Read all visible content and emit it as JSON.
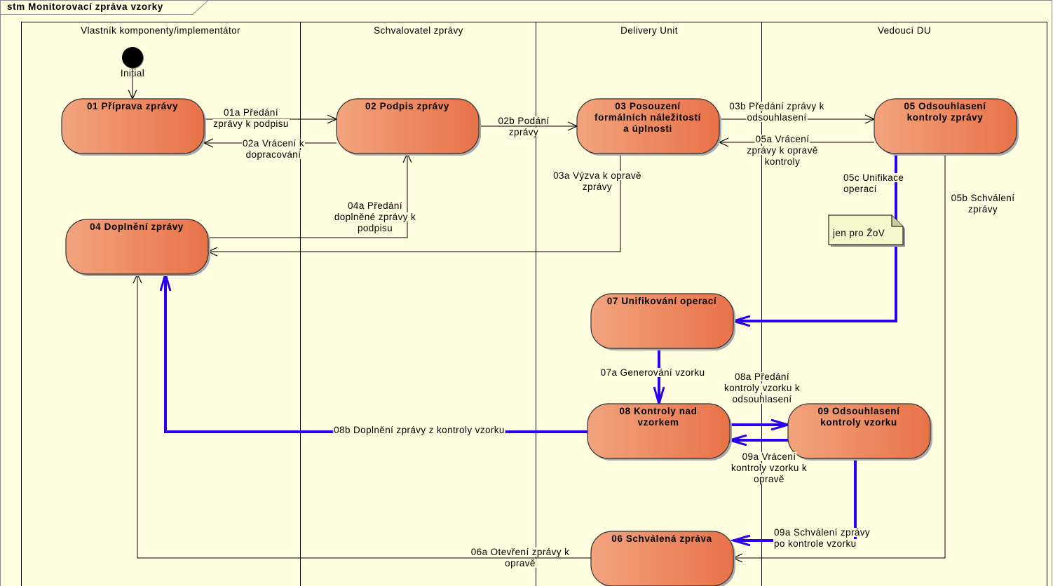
{
  "diagram": {
    "title": "stm Monitorovací zpráva vzorky",
    "colors": {
      "background": "#fffde0",
      "state_light": "#f2a47e",
      "state_dark": "#e87248",
      "highlight": "#2a00ee",
      "note": "#f4f8cc"
    },
    "lanes": [
      "Vlastník komponenty/implementátor",
      "Schvalovatel zprávy",
      "Delivery Unit",
      "Vedoucí DU"
    ],
    "initial": "Initial",
    "states": {
      "s01": [
        "01 Příprava zprávy"
      ],
      "s02": [
        "02 Podpis zprávy"
      ],
      "s03": [
        "03 Posouzení",
        "formálních náležitostí",
        "a úplnosti"
      ],
      "s04": [
        "04 Doplnění zprávy"
      ],
      "s05": [
        "05 Odsouhlasení",
        "kontroly zprávy"
      ],
      "s06": [
        "06 Schválená zpráva"
      ],
      "s07": [
        "07 Unifikování operací"
      ],
      "s08": [
        "08 Kontroly nad",
        "vzorkem"
      ],
      "s09": [
        "09 Odsouhlasení",
        "kontroly vzorku"
      ]
    },
    "transitions": {
      "t01a": [
        "01a Předání",
        "zprávy k podpisu"
      ],
      "t02a": [
        "02a Vrácení k",
        "dopracování"
      ],
      "t02b": [
        "02b Podání",
        "zprávy"
      ],
      "t03b": [
        "03b Předání zprávy k",
        "odsouhlasení"
      ],
      "t05a": [
        "05a Vrácení",
        "zprávy k opravě",
        "kontroly"
      ],
      "t03a": [
        "03a Výzva k opravě",
        "zprávy"
      ],
      "t04a": [
        "04a Předání",
        "doplněné zprávy k",
        "podpisu"
      ],
      "t05c": [
        "05c Unifikace",
        "operací"
      ],
      "t05b": [
        "05b Schválení",
        "zprávy"
      ],
      "t07a": [
        "07a Generování vzorku"
      ],
      "t08a": [
        "08a Předání",
        "kontroly vzorku k",
        "odsouhlasení"
      ],
      "t09av": [
        "09a Vrácení",
        "kontroly vzorku k",
        "opravě"
      ],
      "t08b": [
        "08b Doplnění zprávy z kontroly vzorku"
      ],
      "t09as": [
        "09a Schválení zprávy",
        "po kontrole vzorku"
      ],
      "t06a": [
        "06a Otevření zprávy k",
        "opravě"
      ]
    },
    "note": "jen pro ŽoV"
  }
}
